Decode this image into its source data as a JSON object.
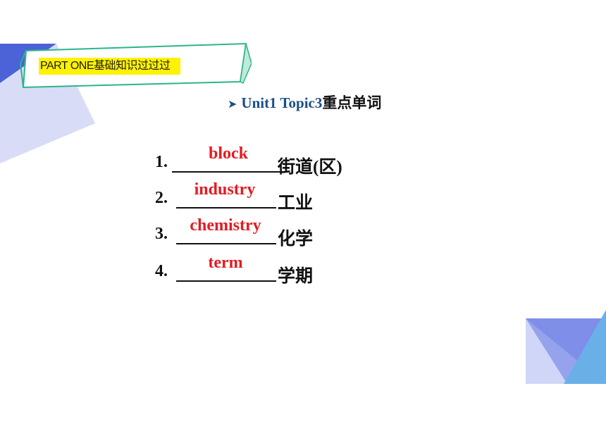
{
  "banner": {
    "label": "PART ONE基础知识过过过"
  },
  "topic": {
    "arrow": "➤",
    "title_en": "Unit1 Topic3",
    "title_cn": "重点单词"
  },
  "vocabulary": [
    {
      "number": "1.",
      "answer": "block",
      "meaning": "街道(区)"
    },
    {
      "number": "2.",
      "answer": "industry",
      "meaning": "工业"
    },
    {
      "number": "3.",
      "answer": "chemistry",
      "meaning": "化学"
    },
    {
      "number": "4.",
      "answer": "term",
      "meaning": "学期"
    }
  ],
  "colors": {
    "answer": "#e31b23",
    "topic": "#1b4f86",
    "banner_fill": "#fff200",
    "banner_border": "#2bb58a",
    "accent_blue": "#4f6fd8"
  }
}
